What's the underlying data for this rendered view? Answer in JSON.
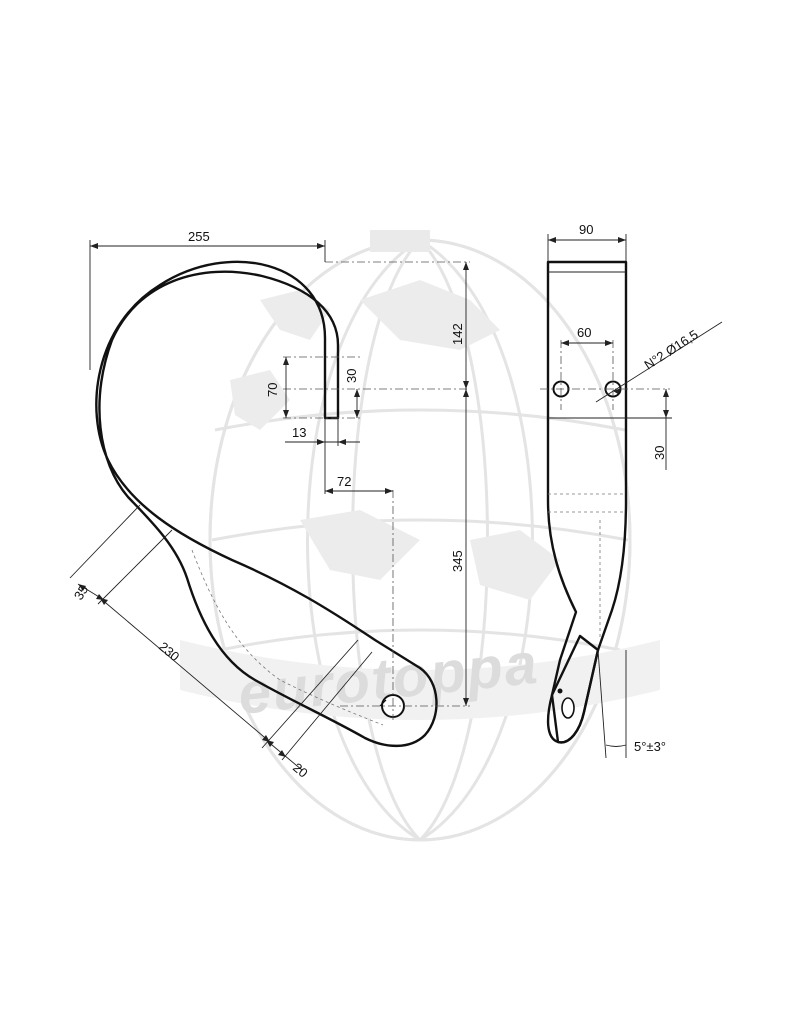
{
  "watermark": {
    "brand": "eurotoppa"
  },
  "side_view": {
    "dimensions": {
      "overall_width": "255",
      "height_top": "142",
      "tip_height": "70",
      "tip_offset": "30",
      "tip_thickness": "13",
      "hole_offset": "72",
      "total_height": "345",
      "blade_width": "35",
      "blade_length": "230",
      "end_width": "20"
    }
  },
  "front_view": {
    "dimensions": {
      "width": "90",
      "hole_spacing": "60",
      "hole_drop": "30"
    },
    "hole_note": "N°2 Ø16,5",
    "angle_tolerance": "5°±3°"
  }
}
